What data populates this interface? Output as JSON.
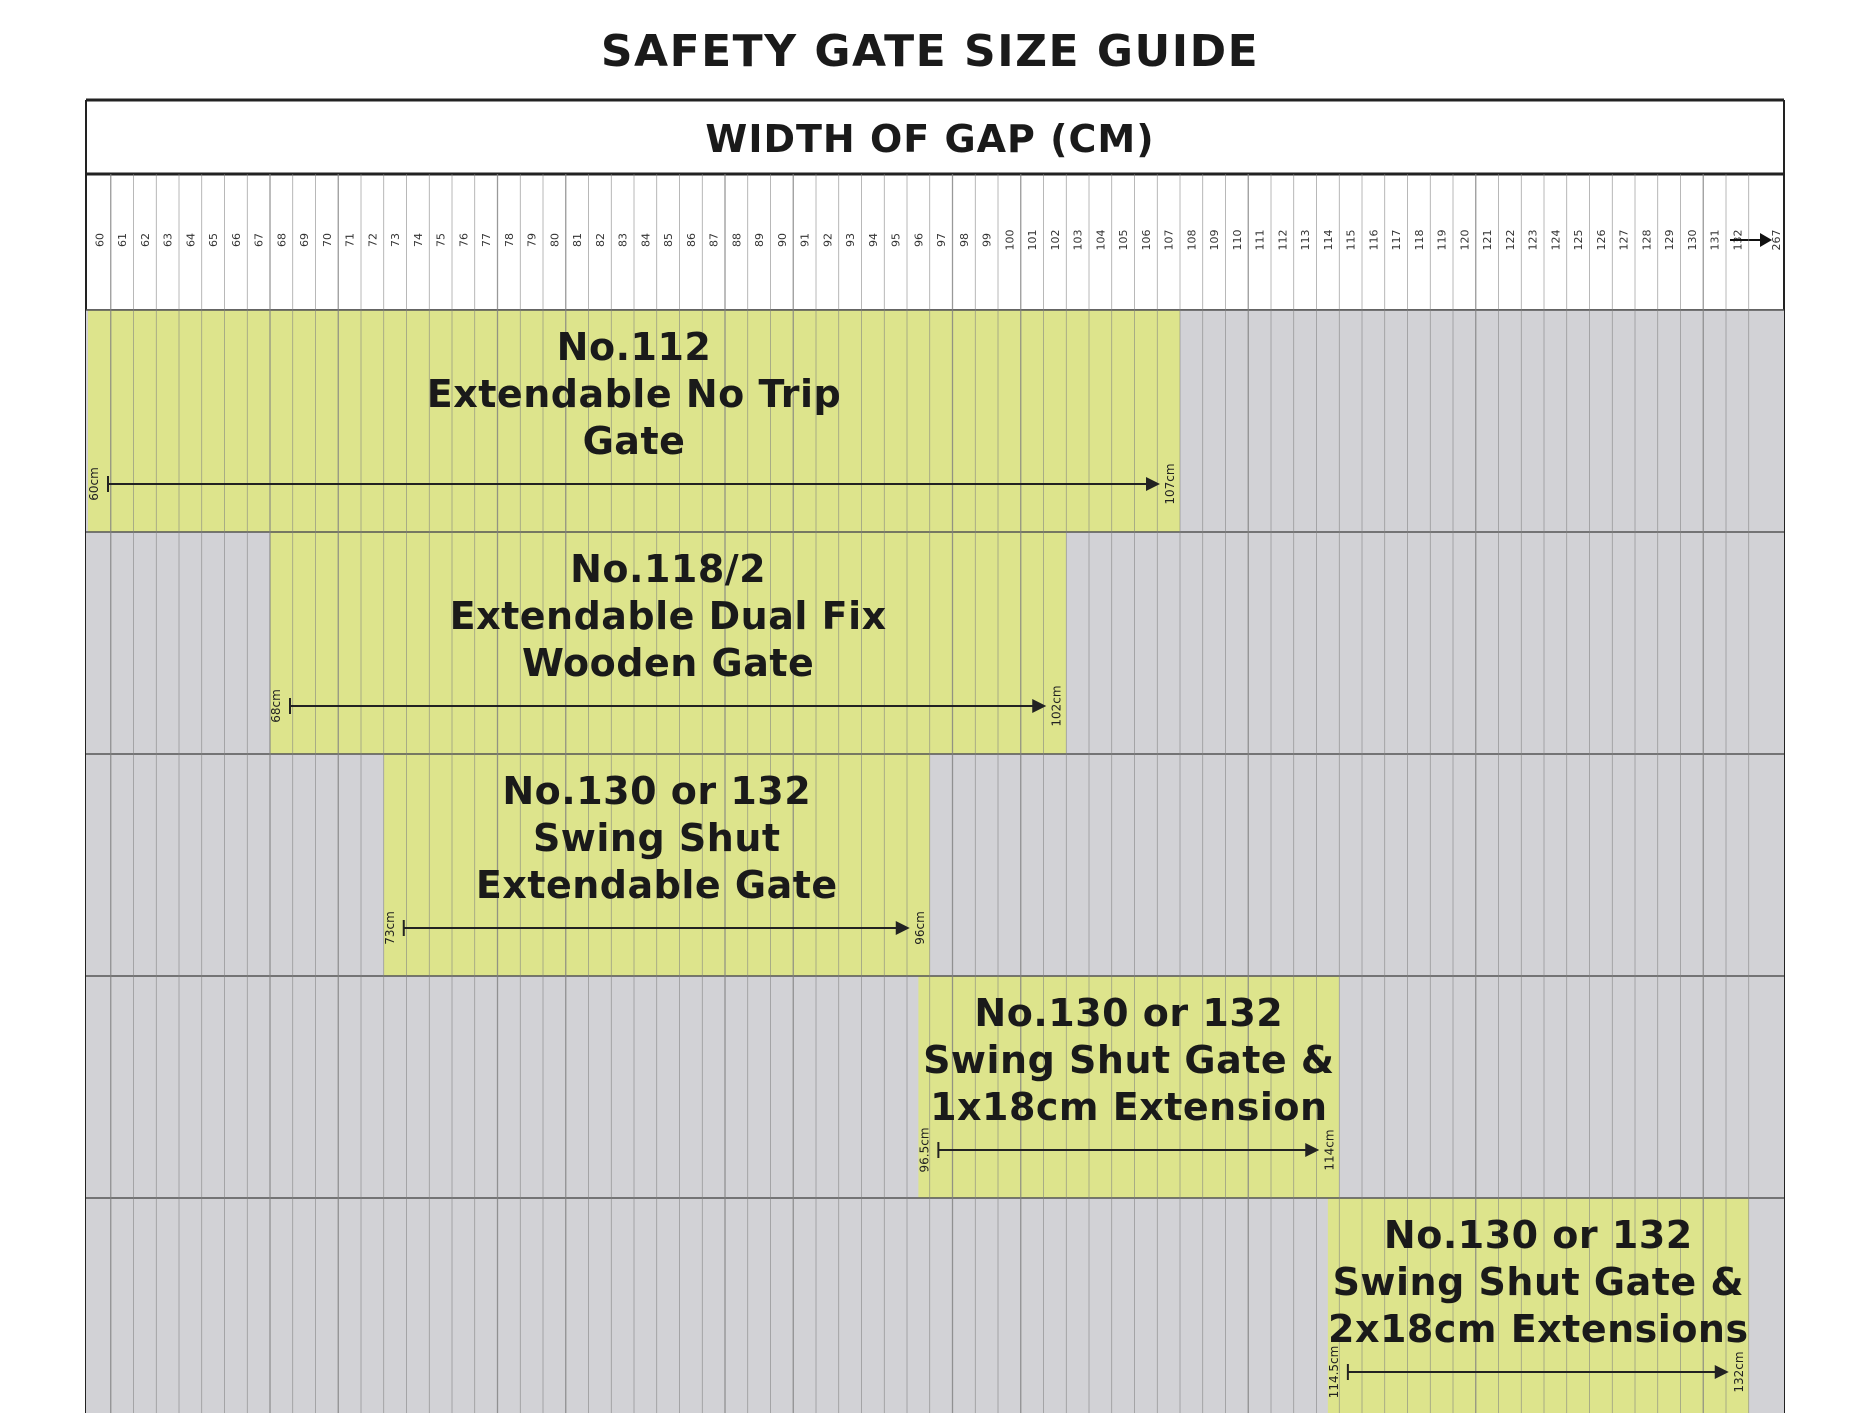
{
  "title": "SAFETY GATE SIZE GUIDE",
  "column_header": "WIDTH OF GAP (CM)",
  "colors": {
    "fill": "#dde48c",
    "background": "#d2d2d6",
    "grid_line": "#808080",
    "border": "#222222"
  },
  "chart_data": {
    "type": "bar",
    "orientation": "horizontal-range",
    "xlabel": "WIDTH OF GAP (CM)",
    "x_ticks": [
      "60",
      "61",
      "62",
      "63",
      "64",
      "65",
      "66",
      "67",
      "68",
      "69",
      "70",
      "71",
      "72",
      "73",
      "74",
      "75",
      "76",
      "77",
      "78",
      "79",
      "80",
      "81",
      "82",
      "83",
      "84",
      "85",
      "86",
      "87",
      "88",
      "89",
      "90",
      "91",
      "92",
      "93",
      "94",
      "95",
      "96",
      "97",
      "98",
      "99",
      "100",
      "101",
      "102",
      "103",
      "104",
      "105",
      "106",
      "107",
      "108",
      "109",
      "110",
      "111",
      "112",
      "113",
      "114",
      "115",
      "116",
      "117",
      "118",
      "119",
      "120",
      "121",
      "122",
      "123",
      "124",
      "125",
      "126",
      "127",
      "128",
      "129",
      "130",
      "131",
      "132",
      "267"
    ],
    "gates": [
      {
        "lines": [
          "No.112",
          "Extendable No Trip",
          "Gate"
        ],
        "min": 60,
        "max": 107,
        "min_label": "60cm",
        "max_label": "107cm"
      },
      {
        "lines": [
          "No.118/2",
          "Extendable Dual Fix",
          "Wooden Gate"
        ],
        "min": 68,
        "max": 102,
        "min_label": "68cm",
        "max_label": "102cm"
      },
      {
        "lines": [
          "No.130 or 132",
          "Swing Shut",
          "Extendable Gate"
        ],
        "min": 73,
        "max": 96,
        "min_label": "73cm",
        "max_label": "96cm"
      },
      {
        "lines": [
          "No.130 or 132",
          "Swing Shut Gate &",
          "1x18cm Extension"
        ],
        "min": 96.5,
        "max": 114,
        "min_label": "96.5cm",
        "max_label": "114cm"
      },
      {
        "lines": [
          "No.130 or 132",
          "Swing Shut Gate &",
          "2x18cm Extensions"
        ],
        "min": 114.5,
        "max": 132,
        "min_label": "114.5cm",
        "max_label": "132cm"
      }
    ]
  }
}
